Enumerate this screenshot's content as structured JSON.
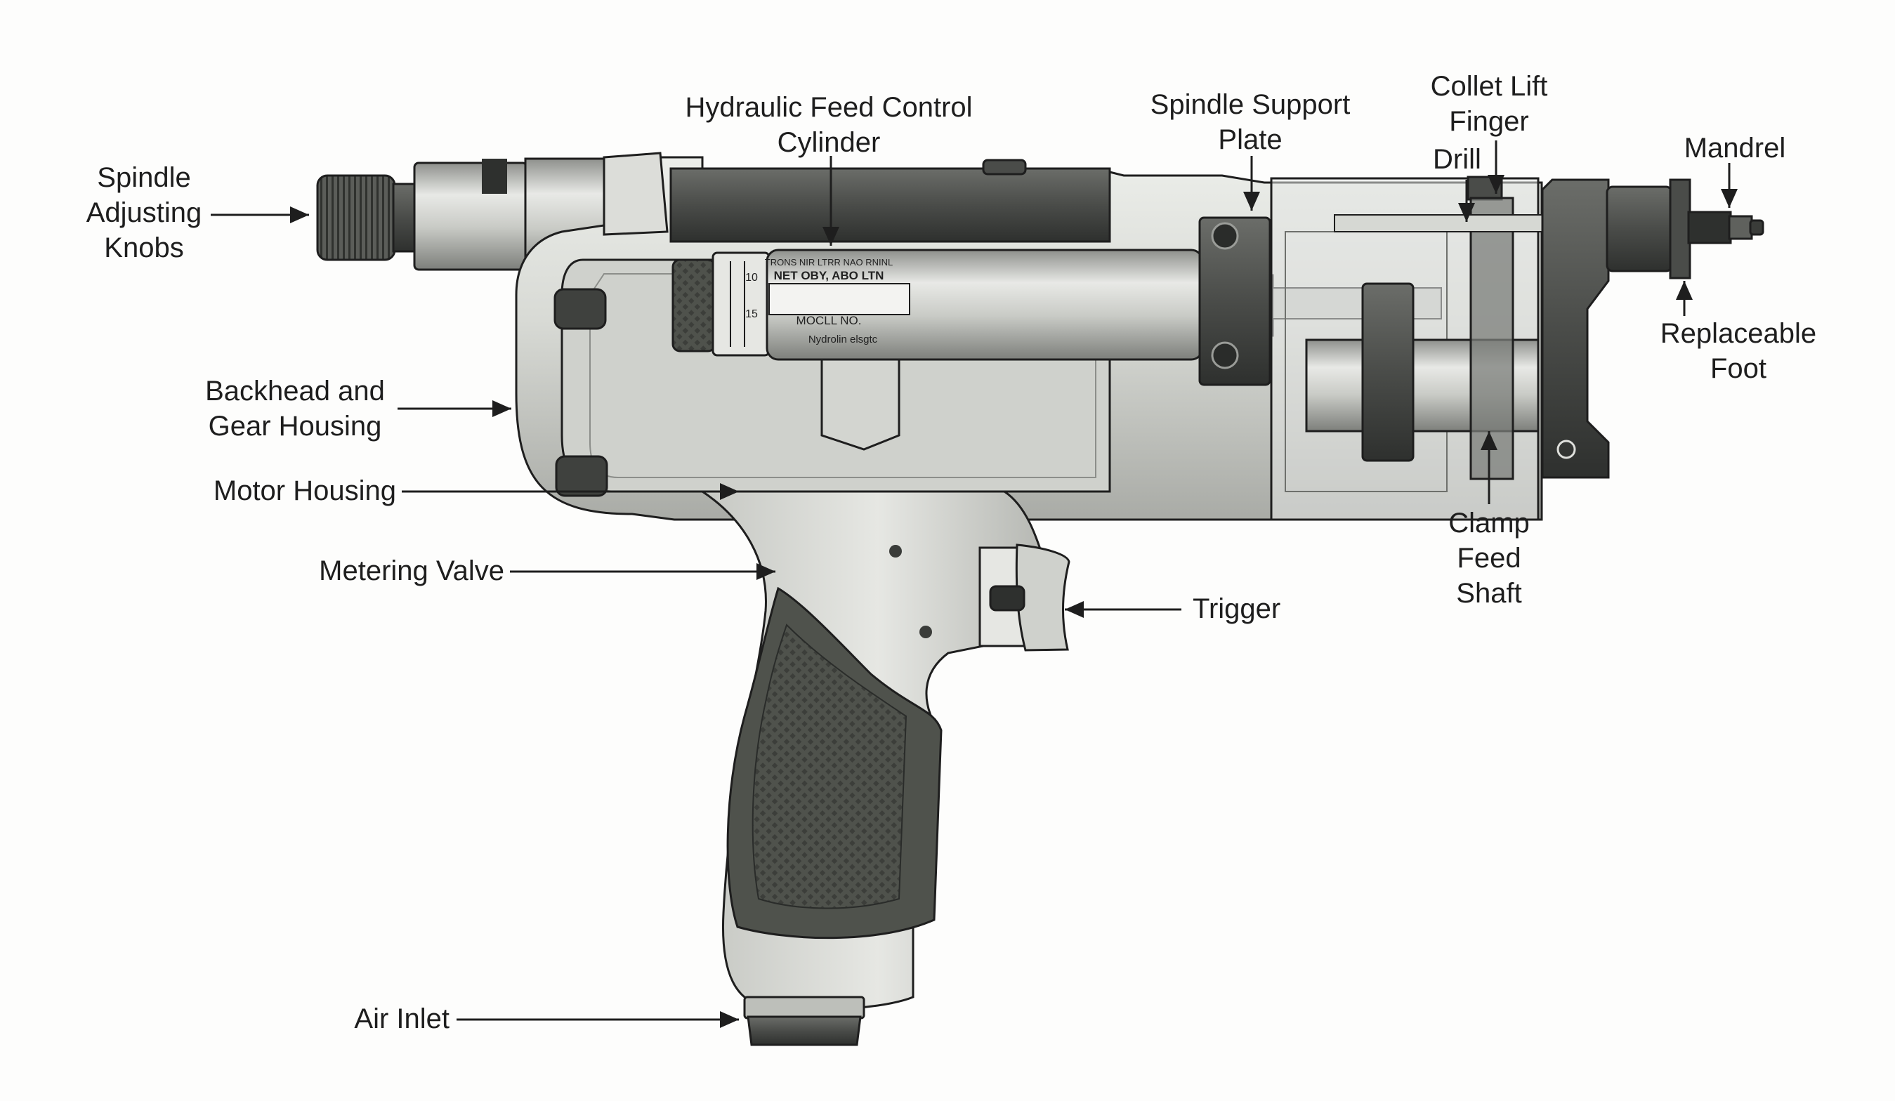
{
  "labels": {
    "spindle_adjusting_knobs": "Spindle\nAdjusting\nKnobs",
    "hydraulic_feed_control_cylinder": "Hydraulic Feed Control\nCylinder",
    "spindle_support_plate": "Spindle Support\nPlate",
    "collet_lift_finger": "Collet Lift\nFinger",
    "drill": "Drill",
    "mandrel": "Mandrel",
    "replaceable_foot": "Replaceable\nFoot",
    "backhead_and_gear_housing": "Backhead and\nGear Housing",
    "motor_housing": "Motor Housing",
    "metering_valve": "Metering Valve",
    "trigger": "Trigger",
    "clamp_feed_shaft": "Clamp\nFeed\nShaft",
    "air_inlet": "Air Inlet"
  },
  "cylinder_markings": {
    "line1": "TRONS NIR LTRR NAO RNINL",
    "line2": "NET OBY, ABO LTN",
    "line3": "MOCLL NO.",
    "line4": "Nydrolin elsgtc",
    "scale_10": "10",
    "scale_15": "15"
  },
  "colors": {
    "background": "#fdfdfc",
    "metal_light": "#d7d8d4",
    "metal_mid": "#b5b7b2",
    "metal_dark": "#4a4c4a",
    "grip": "#55584f",
    "line": "#1e1e1e"
  }
}
